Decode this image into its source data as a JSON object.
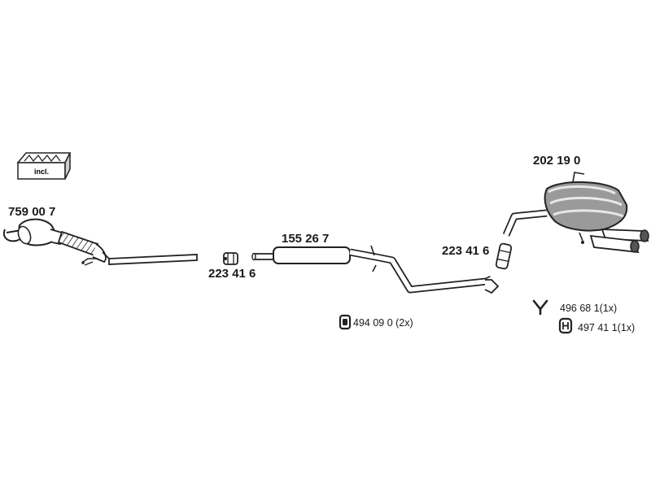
{
  "kit": {
    "label": "incl.",
    "icon": "kit-box-icon"
  },
  "parts": {
    "catalytic_converter": "759 00 7",
    "clamp_left": "223 41 6",
    "middle_silencer": "155 26 7",
    "clamp_right": "223 41 6",
    "rear_silencer": "202 19 0"
  },
  "accessories": [
    {
      "icon": "rubber-ring-icon",
      "text": "494 09 0 (2x)"
    },
    {
      "icon": "y-bracket-icon",
      "text": "496 68 1(1x)"
    },
    {
      "icon": "rubber-mount-icon",
      "text": "497 41 1(1x)"
    }
  ],
  "colors": {
    "line": "#222222",
    "fill": "#ffffff",
    "shade": "#9a9a9a",
    "dark": "#555555"
  }
}
